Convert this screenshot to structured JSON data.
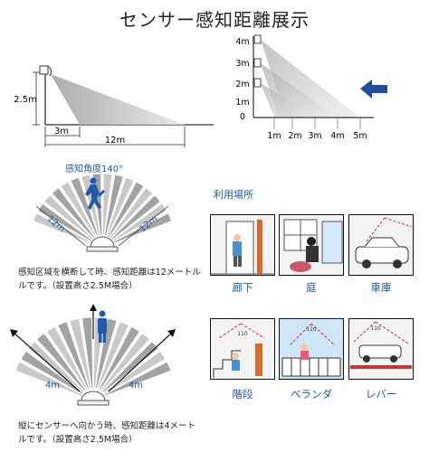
{
  "title": "センサー感知距離展示",
  "side_view": {
    "height_label": "2.5m",
    "distance_short": "3m",
    "distance_long": "12m"
  },
  "vertical_view": {
    "y_labels": [
      "4m",
      "3m",
      "2m",
      "1m",
      "0"
    ],
    "x_labels": [
      "1m",
      "2m",
      "3m",
      "4m",
      "5m"
    ],
    "arrow_color": "#1f4e9a"
  },
  "fan_top": {
    "angle_label": "感知角度140°",
    "left_label": "12m",
    "right_label": "12m",
    "note_line1": "感知区域を横断して時、感知距離は12メートル",
    "note_line2": "ルです。（設置高さ2.5M場合）"
  },
  "fan_bottom": {
    "left_label": "4m",
    "right_label": "4m",
    "note_line1": "縦にセンサーへ向かう時、感知距離は4メート",
    "note_line2": "ルです。（設置高さ2.5M場合）"
  },
  "locations": {
    "title": "利用場所",
    "items": [
      {
        "label": "廊下"
      },
      {
        "label": "庭"
      },
      {
        "label": "車庫"
      },
      {
        "label": "階段"
      },
      {
        "label": "ベランダ"
      },
      {
        "label": "レバー"
      }
    ],
    "marker_label": "110"
  },
  "colors": {
    "accent_blue": "#1f5aa8",
    "beam_gray": "#b9b9b9",
    "fan_gray": "#9a9a9a"
  }
}
